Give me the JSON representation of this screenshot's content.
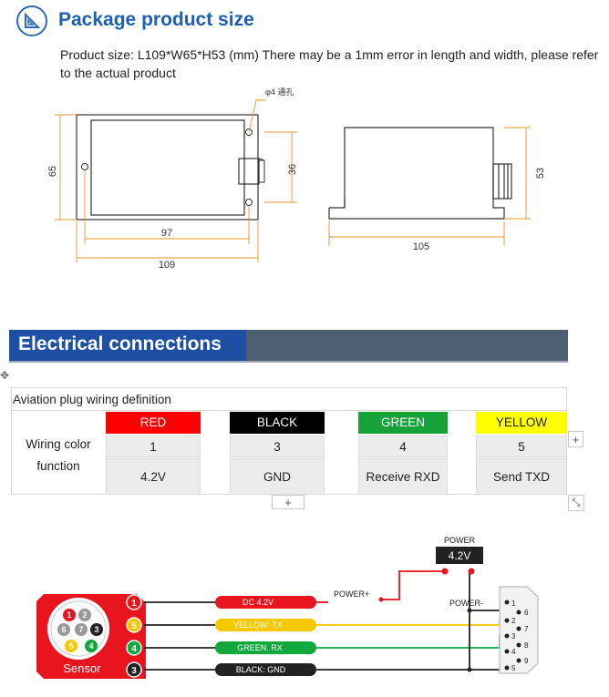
{
  "package": {
    "title": "Package product size",
    "description": "Product size: L109*W65*H53 (mm) There may be a 1mm error in length and width, please refer to the actual product",
    "drawing": {
      "hole_label": "φ4 通孔",
      "dim_65": "65",
      "dim_36": "36",
      "dim_97": "97",
      "dim_109": "109",
      "dim_53": "53",
      "dim_105": "105"
    }
  },
  "electrical": {
    "title": "Electrical connections",
    "table": {
      "caption": "Aviation plug wiring definition",
      "row_label": "Wiring color function",
      "columns": [
        {
          "color": "RED",
          "pin": "1",
          "function": "4.2V",
          "bg": "#ff0000",
          "fg": "#ffffff"
        },
        {
          "color": "BLACK",
          "pin": "3",
          "function": "GND",
          "bg": "#000000",
          "fg": "#ffffff"
        },
        {
          "color": "GREEN",
          "pin": "4",
          "function": "Receive RXD",
          "bg": "#17a33a",
          "fg": "#ffffff"
        },
        {
          "color": "YELLOW",
          "pin": "5",
          "function": "Send TXD",
          "bg": "#ffff00",
          "fg": "#222222"
        }
      ],
      "add_symbol": "+"
    }
  },
  "wiring": {
    "power_label": "POWER",
    "power_value": "4.2V",
    "power_plus": "POWER+",
    "power_minus": "POWER-",
    "sensor_label": "Sensor",
    "sensor_pins": [
      "1",
      "2",
      "6",
      "7",
      "3",
      "5",
      "4"
    ],
    "plug_pins": [
      "1",
      "5",
      "4",
      "3"
    ],
    "wires": [
      "DC 4.2V",
      "YELLOW: TX",
      "GREEN: RX",
      "BLACK: GND"
    ],
    "db9_pins": [
      "1",
      "6",
      "2",
      "7",
      "3",
      "8",
      "4",
      "9",
      "5"
    ],
    "colors": {
      "red": "#e8141e",
      "yellow": "#f5c800",
      "green": "#11a83c",
      "black": "#222222"
    }
  }
}
